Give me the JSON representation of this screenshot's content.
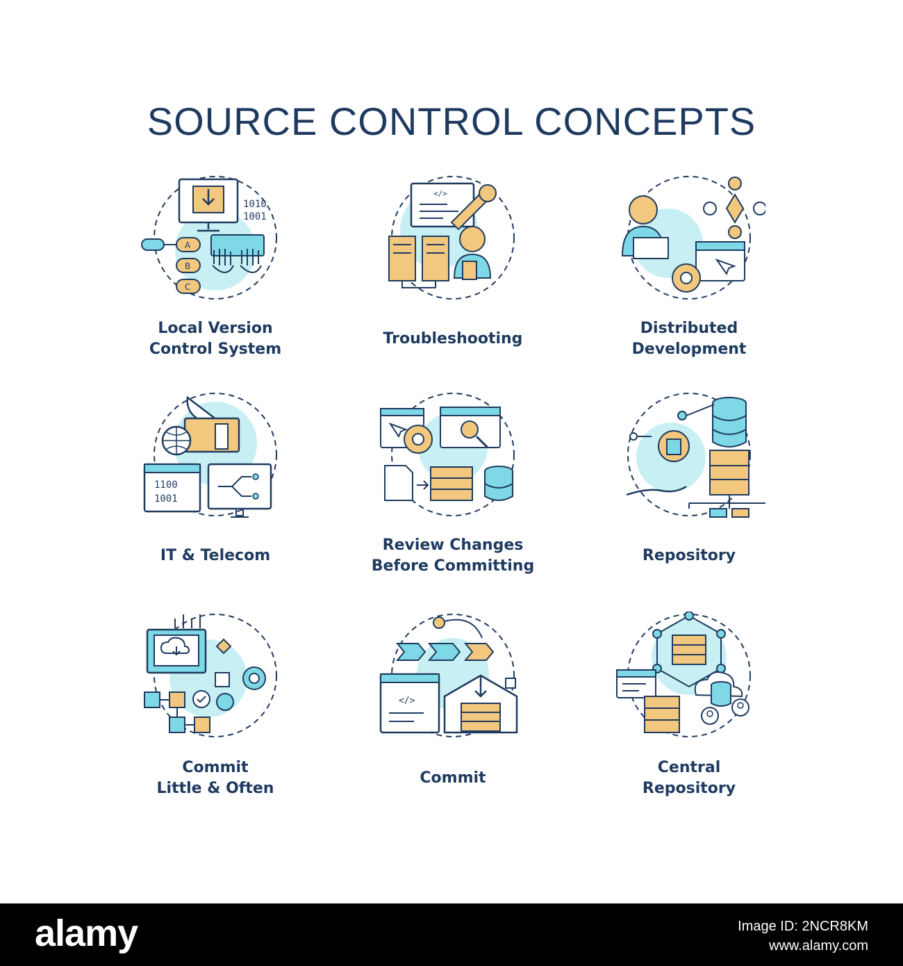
{
  "title": "SOURCE CONTROL CONCEPTS",
  "colors": {
    "navy": "#1e3a5f",
    "teal": "#7fd8e6",
    "light_teal": "#c8f0f4",
    "tan": "#f2c77e"
  },
  "concepts": [
    {
      "icon": "local-version-control-icon",
      "lines": [
        "Local Version",
        "Control System"
      ]
    },
    {
      "icon": "troubleshooting-icon",
      "lines": [
        "Troubleshooting"
      ]
    },
    {
      "icon": "distributed-development-icon",
      "lines": [
        "Distributed",
        "Development"
      ]
    },
    {
      "icon": "it-telecom-icon",
      "lines": [
        "IT & Telecom"
      ]
    },
    {
      "icon": "review-changes-icon",
      "lines": [
        "Review Changes",
        "Before Committing"
      ]
    },
    {
      "icon": "repository-icon",
      "lines": [
        "Repository"
      ]
    },
    {
      "icon": "commit-little-often-icon",
      "lines": [
        "Commit",
        "Little & Often"
      ]
    },
    {
      "icon": "commit-icon",
      "lines": [
        "Commit"
      ]
    },
    {
      "icon": "central-repository-icon",
      "lines": [
        "Central",
        "Repository"
      ]
    }
  ],
  "footer": {
    "brand": "alamy",
    "image_id": "Image ID: 2NCR8KM",
    "url": "www.alamy.com"
  }
}
